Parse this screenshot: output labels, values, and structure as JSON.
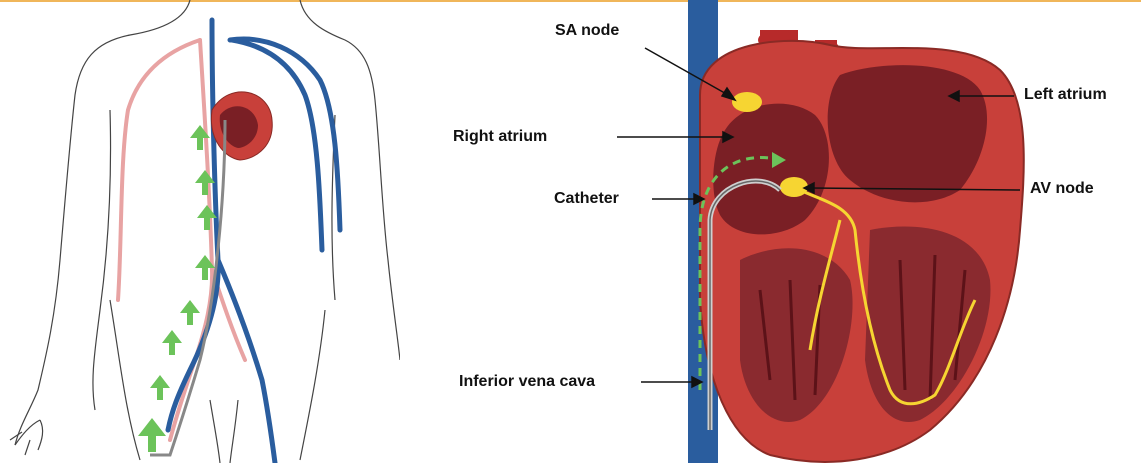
{
  "labels": {
    "sa_node": "SA node",
    "right_atrium": "Right atrium",
    "catheter": "Catheter",
    "inferior_vena_cava": "Inferior vena cava",
    "left_atrium": "Left atrium",
    "av_node": "AV node"
  },
  "colors": {
    "accent_rule": "#f0b65a",
    "vein": "#2a5d9e",
    "artery": "#e8a3a3",
    "heart_muscle": "#c8403a",
    "chamber": "#7a1f25",
    "node": "#f6d532",
    "arrow": "#6cc35a"
  },
  "icons": [
    "body-outline-icon",
    "heart-cross-section-icon",
    "catheter-icon",
    "green-arrow-icon"
  ]
}
